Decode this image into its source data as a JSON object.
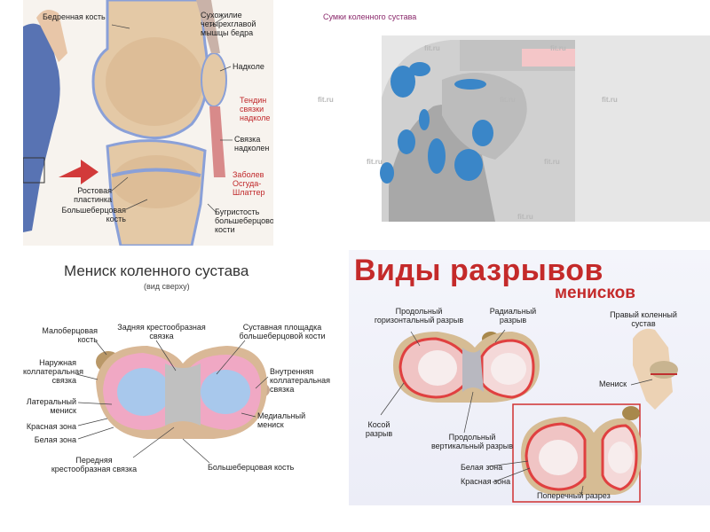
{
  "panel1": {
    "labels": {
      "femur": "Бедренная кость",
      "tendon_quad": "Сухожилие четырехглавой мышцы бедра",
      "patella": "Надколе",
      "tendinitis": "Тендин связки надколе",
      "lig_patella": "Связка надколен",
      "growth_plate": "Ростовая пластинка",
      "tibia": "Большеберцовая кость",
      "osgood": "Заболев Осгуда- Шлаттер",
      "tuberosity": "Бугристость большеберцовой кости"
    }
  },
  "panel2": {
    "title": "Сумки коленного сустава",
    "watermark": "fit.ru"
  },
  "panel3": {
    "title": "Мениск коленного сустава",
    "subtitle": "(вид сверху)",
    "labels": {
      "fibular": "Малоберцовая кость",
      "posterior_cruciate": "Задняя крестообразная связка",
      "articular": "Суставная площадка большеберцовой кости",
      "lateral_collateral": "Наружная коллатеральная связка",
      "medial_collateral": "Внутренняя коллатеральная связка",
      "lateral_meniscus": "Латеральный мениск",
      "medial_meniscus": "Медиальный мениск",
      "red_zone": "Красная зона",
      "white_zone": "Белая зона",
      "anterior_cruciate": "Передняя крестообразная связка",
      "tibia": "Большеберцовая кость"
    }
  },
  "panel4": {
    "title": "Виды разрывов",
    "title2": "менисков",
    "labels": {
      "longitudinal_horizontal": "Продольный горизонтальный разрыв",
      "radial": "Радиальный разрыв",
      "right_knee": "Правый коленный сустав",
      "meniscus": "Мениск",
      "oblique": "Косой разрыв",
      "longitudinal_vertical": "Продольный вертикальный разрыв",
      "white_zone": "Белая зона",
      "red_zone": "Красная зона",
      "transverse": "Поперечный разрез"
    }
  }
}
